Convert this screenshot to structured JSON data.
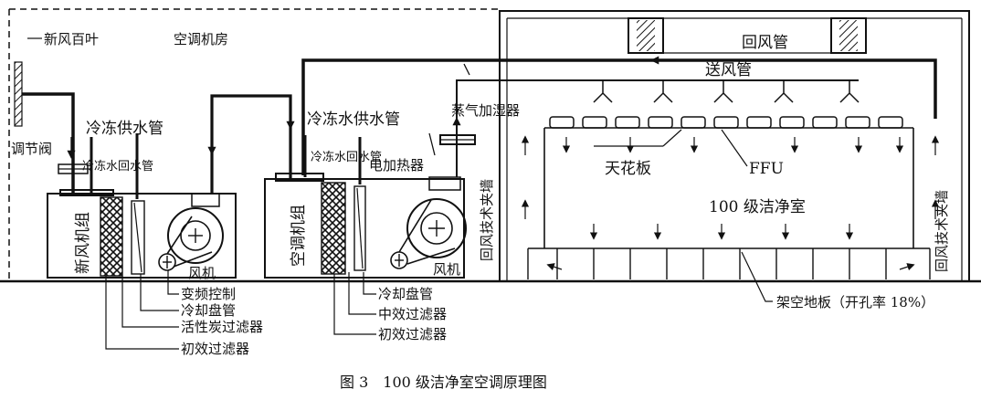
{
  "diagram": {
    "caption": "图 3　100 级洁净室空调原理图",
    "labels": {
      "fresh_air_louver": "新风百叶",
      "ac_machine_room": "空调机房",
      "return_air_duct": "回风管",
      "supply_air_duct": "送风管",
      "chilled_supply_pipe_1": "冷冻供水管",
      "chilled_supply_pipe_2": "冷冻水供水管",
      "regulating_valve": "调节阀",
      "chilled_return_1": "冷冻水回水管",
      "chilled_return_2": "冷冻水回水管",
      "fresh_air_unit": "新风机组",
      "ac_unit": "空调机组",
      "fan_1": "风机",
      "fan_2": "风机",
      "steam_humidifier": "蒸气加湿器",
      "electric_heater": "电加热器",
      "return_wall_left": "回风技术夹墙",
      "return_wall_right": "回风技术夹墙",
      "ceiling_panel": "天花板",
      "ffu": "FFU",
      "cleanroom": "100 级洁净室",
      "raised_floor": "架空地板（开孔率 18%）",
      "vfd_control": "变频控制",
      "cooling_coil_1": "冷却盘管",
      "activated_carbon_filter": "活性炭过滤器",
      "primary_filter_1": "初效过滤器",
      "cooling_coil_2": "冷却盘管",
      "medium_filter": "中效过滤器",
      "primary_filter_2": "初效过滤器"
    }
  }
}
